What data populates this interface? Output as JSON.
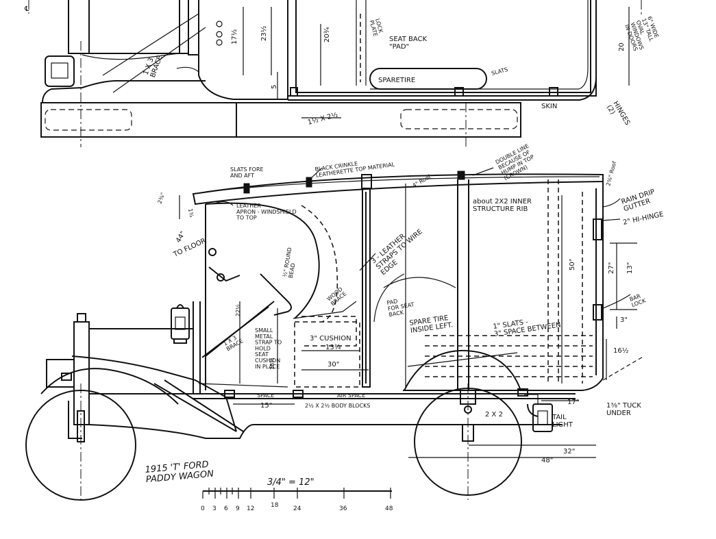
{
  "top_view": {
    "labels": {
      "lock_plate": "LOCK\nPLATE",
      "seat_back": "SEAT BACK\n\"PAD\"",
      "spare_tire": "SPARETIRE",
      "slats": "SLATS",
      "skin": "SKIN",
      "hinges": "HINGES\n(2)",
      "oval_windows": "6\" WIDE\n13\" TALL\nOVAL\nWINDOWS\nIN DOORS",
      "brace": "1 X 3\nBRACE",
      "dim_17": "17½",
      "dim_23": "23½",
      "dim_20_3_4": "20¾",
      "dim_20": "20",
      "dim_5": "5",
      "dim_15x23": "1½ X 2½",
      "cl_mark": "℄"
    }
  },
  "side_view": {
    "labels": {
      "slats_fore_aft": "SLATS FORE\nAND AFT",
      "black_crinkle": "BLACK CRINKLE\nLEATHERETTE TOP MATERIAL",
      "double_line": "DOUBLE LINE\nBECAUSE OF\nHUMP IN TOP\n(CROWN)",
      "dim_4_roof": "4\" Roof",
      "dim_2_3_8_roof": "2⅜\" Roof",
      "rain_drip": "RAIN DRIP\nGUTTER",
      "hi_hinge": "2\" HI-HINGE",
      "inner_rib": "about 2X2 INNER\nSTRUCTURE RIB",
      "dim_2_3_8_left": "2⅜\"",
      "dim_1_3_4": "1¾",
      "dim_44": "44\"",
      "to_floor": "TO FLOOR",
      "leather_apron": "LEATHER\nAPRON - WINDSHIELD\nTO TOP",
      "round_bead": "½\" ROUND\nBEAD",
      "leather_straps": "3 - LEATHER\nSTRAPS TO WIRE\nEDGE",
      "wood_brace": "WOOD\nBRACE",
      "dim_50": "50\"",
      "dim_27": "27\"",
      "dim_13": "13\"",
      "dim_3": "3\"",
      "dim_16_1_2": "16½",
      "bar_lock": "BAR\nLOCK",
      "slats_space": "1\" SLATS -\n3\" SPACE BETWEEN",
      "pad_seat_back": "PAD\nFOR SEAT\nBACK",
      "spare_inside": "SPARE TIRE\nINSIDE LEFT.",
      "small_strap": "SMALL\nMETAL\nSTRAP TO\nHOLD\nSEAT\nCUSHION\nIN PLACE",
      "brace_1x3": "1 X 3\nBRACE",
      "dim_22": "22½",
      "dim_18": "18½",
      "dim_3_cushion": "3\" CUSHION",
      "dim_13_3_4": "13¾",
      "dim_30": "30\"",
      "space": "SPACE",
      "air_space": "AIR SPACE",
      "dim_15": "15\"",
      "body_blocks": "2½ X 2½ BODY BLOCKS",
      "dim_2x2": "2 X 2",
      "tail_light": "TAIL\nLIGHT",
      "dim_17": "17\"",
      "tuck_under": "1⅜\" TUCK\nUNDER",
      "dim_32": "32\"",
      "dim_48": "48\"",
      "title": "1915 'T' FORD\nPADDY WAGON"
    }
  },
  "scale": {
    "label": "3/4\" = 12\"",
    "ticks": [
      "0",
      "3",
      "6",
      "9",
      "12",
      "18",
      "24",
      "36",
      "48"
    ]
  }
}
